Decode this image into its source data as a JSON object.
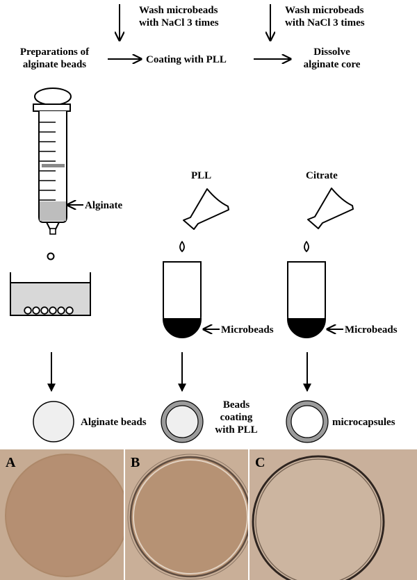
{
  "flow": {
    "step1": [
      "Preparations of",
      "alginate beads"
    ],
    "step2": "Coating with PLL",
    "step3": [
      "Dissolve",
      "alginate core"
    ],
    "wash1": [
      "Wash microbeads",
      "with NaCl 3 times"
    ],
    "wash2": [
      "Wash microbeads",
      "with NaCl 3 times"
    ]
  },
  "labels": {
    "alginate": "Alginate",
    "pll": "PLL",
    "citrate": "Citrate",
    "microbeads1": "Microbeads",
    "microbeads2": "Microbeads"
  },
  "results": {
    "alginate_beads": "Alginate beads",
    "coated": [
      "Beads",
      "coating",
      "with PLL"
    ],
    "microcapsules": "microcapsules"
  },
  "photos": {
    "labels": [
      "A",
      "B",
      "C"
    ],
    "colors": {
      "background": "#c7ac94",
      "dark_bead": "#b49074"
    }
  }
}
